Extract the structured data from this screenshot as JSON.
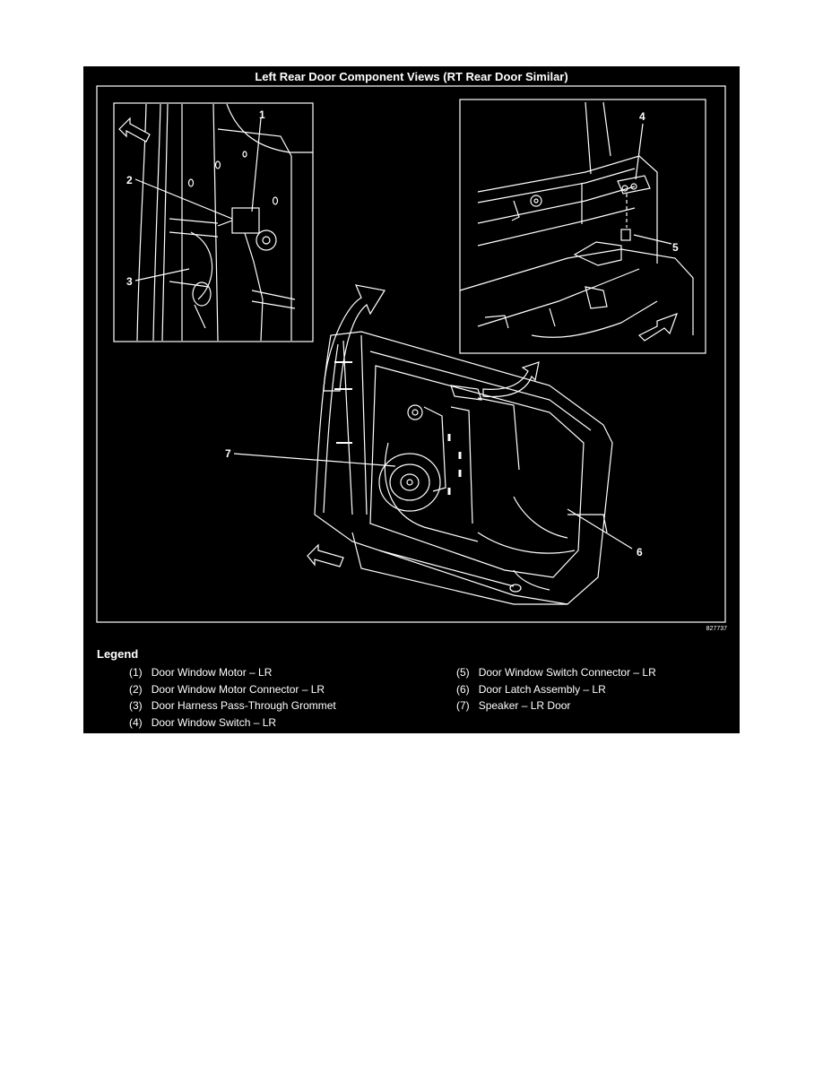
{
  "title": "Left Rear Door Component Views (RT Rear Door Similar)",
  "figure_id": "827737",
  "callouts": [
    "1",
    "2",
    "3",
    "4",
    "5",
    "6",
    "7"
  ],
  "legend": {
    "heading": "Legend",
    "items": [
      {
        "number": "(1)",
        "text": "Door Window Motor – LR"
      },
      {
        "number": "(2)",
        "text": "Door Window Motor Connector – LR"
      },
      {
        "number": "(3)",
        "text": "Door Harness Pass-Through Grommet"
      },
      {
        "number": "(4)",
        "text": "Door Window Switch – LR"
      },
      {
        "number": "(5)",
        "text": "Door Window Switch Connector – LR"
      },
      {
        "number": "(6)",
        "text": "Door Latch Assembly – LR"
      },
      {
        "number": "(7)",
        "text": "Speaker – LR Door"
      }
    ]
  },
  "colors": {
    "background": "#000000",
    "lines": "#ffffff",
    "page": "#ffffff"
  }
}
